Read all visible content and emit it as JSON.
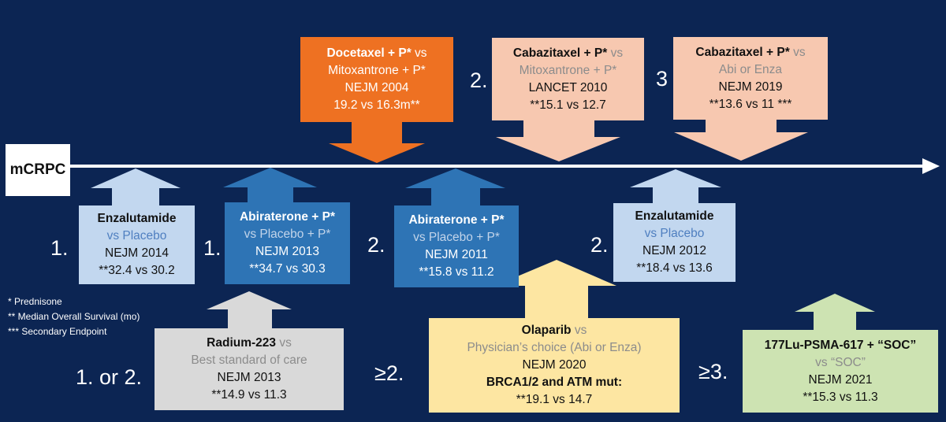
{
  "timeline_label": "mCRPC",
  "colors": {
    "background": "#0c2553",
    "docetaxel_orange": "#ee7122",
    "cabazitaxel_peach": "#f7c8b0",
    "enzalutamide_lightblue": "#c2d7ef",
    "abiraterone_blue": "#2e74b5",
    "radium_gray": "#d9d9d9",
    "olaparib_yellow": "#fde6a2",
    "lutetium_green": "#cde3b2",
    "accent_blue_text": "#4f7fc0",
    "gray_text": "#8c8c8c"
  },
  "top_trials": [
    {
      "id": "docetaxel",
      "drug": "Docetaxel + P*",
      "vs": "vs",
      "comparator": "Mitoxantrone + P*",
      "journal": "NEJM 2004",
      "result": "19.2 vs 16.3m**",
      "line_label": ""
    },
    {
      "id": "cabazitaxel-2010",
      "drug": "Cabazitaxel + P*",
      "vs": "vs",
      "comparator": "Mitoxantrone + P*",
      "journal": "LANCET 2010",
      "result": "**15.1 vs 12.7",
      "line_label": "2."
    },
    {
      "id": "cabazitaxel-2019",
      "drug": "Cabazitaxel + P*",
      "vs": "vs",
      "comparator": "Abi or Enza",
      "journal": "NEJM 2019",
      "result": "**13.6 vs 11 ***",
      "line_label": "3"
    }
  ],
  "middle_trials": [
    {
      "id": "enzalutamide-2014",
      "drug": "Enzalutamide",
      "comparator": "vs Placebo",
      "journal": "NEJM 2014",
      "result": "**32.4 vs 30.2",
      "line_label": "1."
    },
    {
      "id": "abiraterone-2013",
      "drug": "Abiraterone + P*",
      "comparator": "vs Placebo + P*",
      "journal": "NEJM 2013",
      "result": "**34.7 vs 30.3",
      "line_label": "1."
    },
    {
      "id": "abiraterone-2011",
      "drug": "Abiraterone + P*",
      "comparator": "vs Placebo + P*",
      "journal": "NEJM 2011",
      "result": "**15.8 vs 11.2",
      "line_label": "2."
    },
    {
      "id": "enzalutamide-2012",
      "drug": "Enzalutamide",
      "comparator": "vs Placebo",
      "journal": "NEJM 2012",
      "result": "**18.4 vs 13.6",
      "line_label": "2."
    }
  ],
  "bottom_trials": [
    {
      "id": "radium",
      "drug": "Radium-223",
      "vs": "vs",
      "comparator": "Best standard of care",
      "journal": "NEJM 2013",
      "result": "**14.9 vs 11.3",
      "line_label": "1. or 2."
    },
    {
      "id": "olaparib",
      "drug": "Olaparib",
      "vs": "vs",
      "comparator": "Physician’s choice (Abi or Enza)",
      "journal": "NEJM 2020",
      "biomarker": "BRCA1/2 and ATM mut:",
      "result": "**19.1 vs 14.7",
      "line_label": "≥2."
    },
    {
      "id": "lutetium",
      "drug": "177Lu-PSMA-617 + “SOC”",
      "vs": "vs",
      "comparator": "“SOC”",
      "journal": "NEJM 2021",
      "result": "**15.3 vs 11.3",
      "line_label": "≥3."
    }
  ],
  "footnotes": [
    "* Prednisone",
    "** Median Overall Survival (mo)",
    "*** Secondary Endpoint"
  ]
}
